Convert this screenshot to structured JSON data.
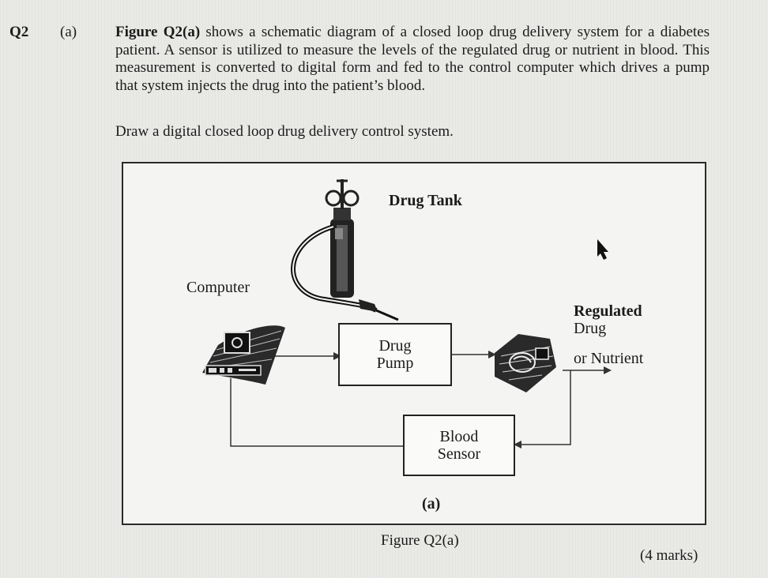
{
  "question": {
    "number": "Q2",
    "part": "(a)",
    "figure_ref": "Figure Q2(a)",
    "paragraph_rest": " shows a schematic diagram of a closed loop drug delivery system for a diabetes patient. A sensor is utilized to measure the levels of the regulated drug or nutrient in blood. This measurement is converted to digital form and fed to the control computer which drives a pump that system injects the drug into the patient’s blood.",
    "task": "Draw a digital closed loop drug delivery control system.",
    "marks": "(4 marks)"
  },
  "diagram": {
    "labels": {
      "drug_tank": "Drug Tank",
      "computer": "Computer",
      "drug_pump_line1": "Drug",
      "drug_pump_line2": "Pump",
      "regulated_line1": "Regulated",
      "regulated_line2": "Drug",
      "regulated_line3": "or Nutrient",
      "blood_sensor_line1": "Blood",
      "blood_sensor_line2": "Sensor",
      "subfigure": "(a)"
    },
    "icons": [
      "gas-cylinder-icon",
      "computer-icon",
      "patient-body-icon",
      "mouse-cursor-icon"
    ]
  },
  "caption": "Figure Q2(a)"
}
